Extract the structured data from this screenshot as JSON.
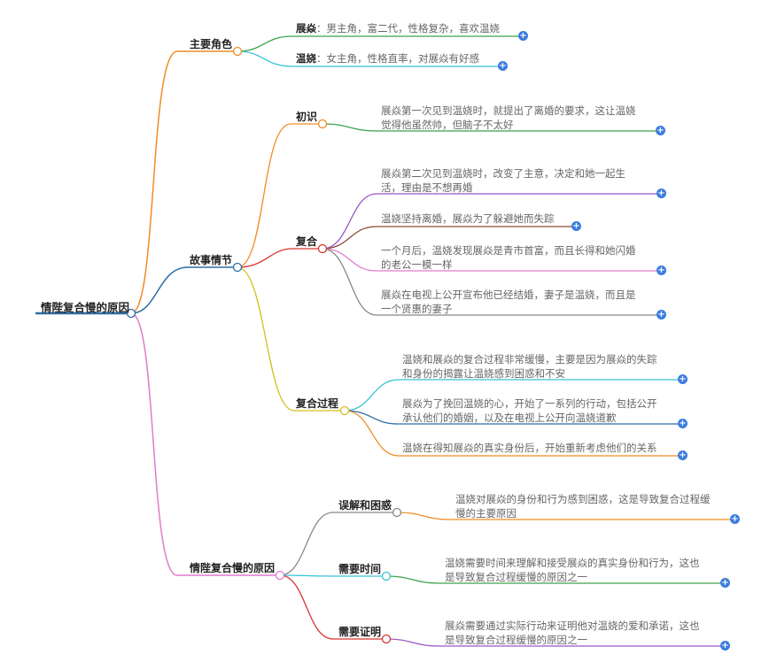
{
  "root": "情陛复合慢的原因",
  "b_roles": "主要角色",
  "roles": [
    {
      "name": "展焱",
      "sep": "：",
      "desc": "男主角，富二代，性格复杂，喜欢温娆"
    },
    {
      "name": "温娆",
      "sep": "：",
      "desc": "女主角，性格直率，对展焱有好感"
    }
  ],
  "b_story": "故事情节",
  "story_first": "初识",
  "first_leaf": [
    "展焱第一次见到温娆时，就提出了离婚的要求，这让温娆",
    "觉得他虽然帅，但脑子不太好"
  ],
  "story_reunion": "复合",
  "reunion_leaves": [
    [
      "展焱第二次见到温娆时，改变了主意，决定和她一起生",
      "活，理由是不想再婚"
    ],
    [
      "温娆坚持离婚，展焱为了躲避她而失踪"
    ],
    [
      "一个月后，温娆发现展焱是青市首富，而且长得和她闪婚",
      "的老公一模一样"
    ],
    [
      "展焱在电视上公开宣布他已经结婚，妻子是温娆，而且是",
      "一个贤惠的妻子"
    ]
  ],
  "story_process": "复合过程",
  "process_leaves": [
    [
      "温娆和展焱的复合过程非常缓慢，主要是因为展焱的失踪",
      "和身份的揭露让温娆感到困惑和不安"
    ],
    [
      "展焱为了挽回温娆的心，开始了一系列的行动，包括公开",
      "承认他们的婚姻，以及在电视上公开向温娆道歉"
    ],
    [
      "温娆在得知展焱的真实身份后，开始重新考虑他们的关系"
    ]
  ],
  "b_reasons": "情陛复合慢的原因",
  "reasons": [
    {
      "title": "误解和困惑",
      "text": [
        "温娆对展焱的身份和行为感到困惑，这是导致复合过程缓",
        "慢的主要原因"
      ]
    },
    {
      "title": "需要时间",
      "text": [
        "温娆需要时间来理解和接受展焱的真实身份和行为，这也",
        "是导致复合过程缓慢的原因之一"
      ]
    },
    {
      "title": "需要证明",
      "text": [
        "展焱需要通过实际行动来证明他对温娆的爱和承诺，这也",
        "是导致复合过程缓慢的原因之一"
      ]
    }
  ],
  "expand_symbol": "+",
  "colors": {
    "orange": "#f08c24",
    "blue": "#2e6da4",
    "pink": "#e07ccc",
    "green": "#3aa24a",
    "cyan": "#36c3d6",
    "red": "#d6342f",
    "yellow": "#d3c11d",
    "purple": "#9a57c7",
    "brown": "#8a4b3a",
    "gray": "#888888",
    "plus": "#3b7ddd"
  }
}
